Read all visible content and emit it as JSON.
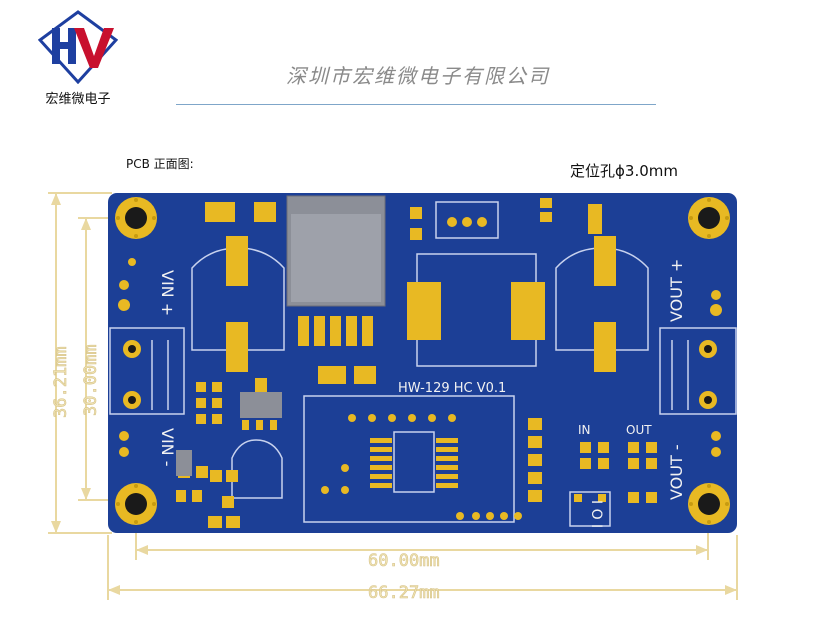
{
  "header": {
    "logo_caption": "宏维微电子",
    "company_name": "深圳市宏维微电子有限公司"
  },
  "labels": {
    "pcb_view": "PCB 正面图:",
    "mounting_hole": "定位孔ɸ3.0mm"
  },
  "dimensions": {
    "height_outer": "36.21mm",
    "height_inner": "30.00mm",
    "width_inner": "60.00mm",
    "width_outer": "66.27mm"
  },
  "board": {
    "silkscreen": {
      "vin_plus": "VIN +",
      "vin_minus": "VIN -",
      "vout_plus": "VOUT +",
      "vout_minus": "VOUT -",
      "version": "HW-129 HC V0.1",
      "in": "IN",
      "out": "OUT",
      "switch": "I O I"
    }
  },
  "colors": {
    "pcb": "#1c3f96",
    "pad": "#e8b923",
    "dimension": "#e9d8a0",
    "logo_blue": "#1e3fa0",
    "logo_red": "#c8102e"
  }
}
